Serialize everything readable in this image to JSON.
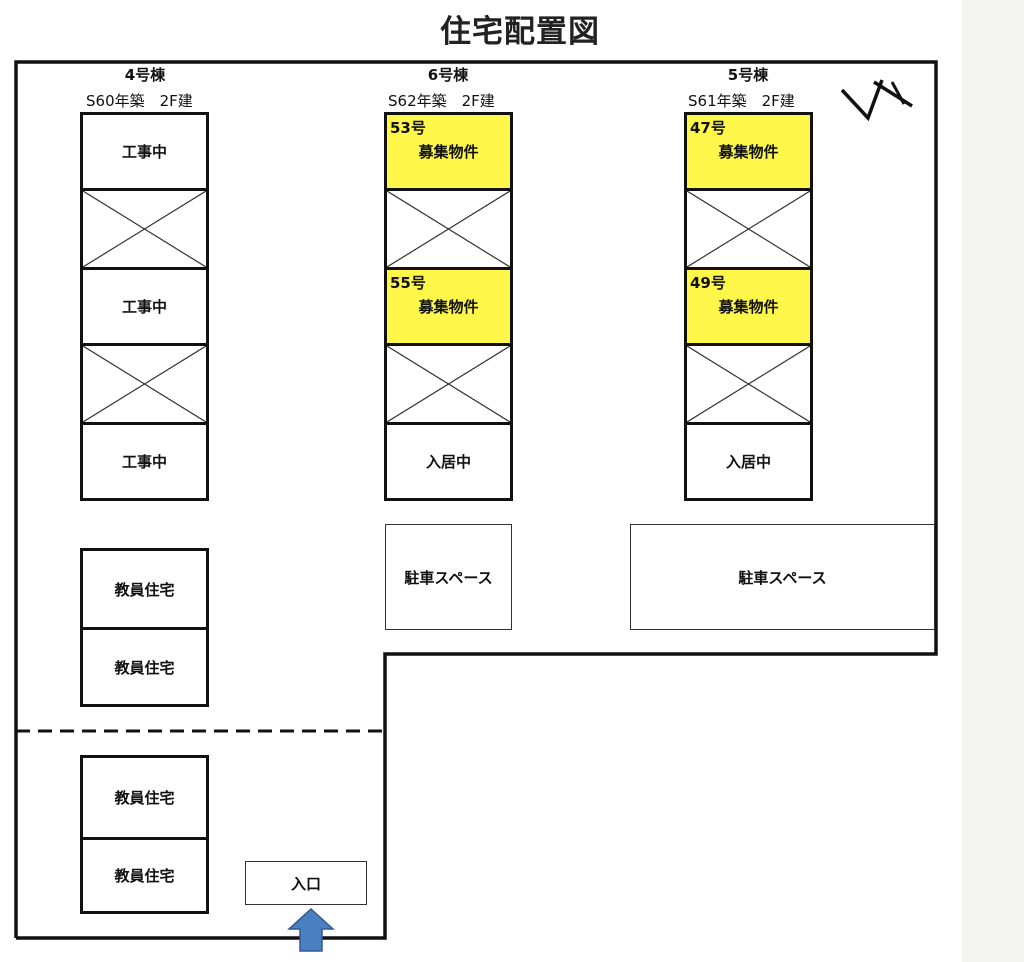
{
  "title": "住宅配置図",
  "buildings": {
    "b4": {
      "name": "4号棟",
      "info": "S60年築　2F建",
      "cells": [
        {
          "type": "label",
          "text": "工事中"
        },
        {
          "type": "cross"
        },
        {
          "type": "label",
          "text": "工事中"
        },
        {
          "type": "cross"
        },
        {
          "type": "label",
          "text": "工事中"
        }
      ]
    },
    "b6": {
      "name": "6号棟",
      "info": "S62年築　2F建",
      "cells": [
        {
          "type": "vacant",
          "unit": "53号",
          "text": "募集物件"
        },
        {
          "type": "cross"
        },
        {
          "type": "vacant",
          "unit": "55号",
          "text": "募集物件"
        },
        {
          "type": "cross"
        },
        {
          "type": "label",
          "text": "入居中"
        }
      ]
    },
    "b5": {
      "name": "5号棟",
      "info": "S61年築　2F建",
      "cells": [
        {
          "type": "vacant",
          "unit": "47号",
          "text": "募集物件"
        },
        {
          "type": "cross"
        },
        {
          "type": "vacant",
          "unit": "49号",
          "text": "募集物件"
        },
        {
          "type": "cross"
        },
        {
          "type": "label",
          "text": "入居中"
        }
      ]
    }
  },
  "teacher_housing": [
    "教員住宅",
    "教員住宅",
    "教員住宅",
    "教員住宅"
  ],
  "parking": [
    "駐車スペース",
    "駐車スペース"
  ],
  "entrance": "入口",
  "colors": {
    "vacant": "#fff84a",
    "arrow": "#4a7fc1",
    "line": "#111111"
  },
  "icons": {
    "north": "north-arrow-icon",
    "entrance": "up-arrow-icon"
  }
}
